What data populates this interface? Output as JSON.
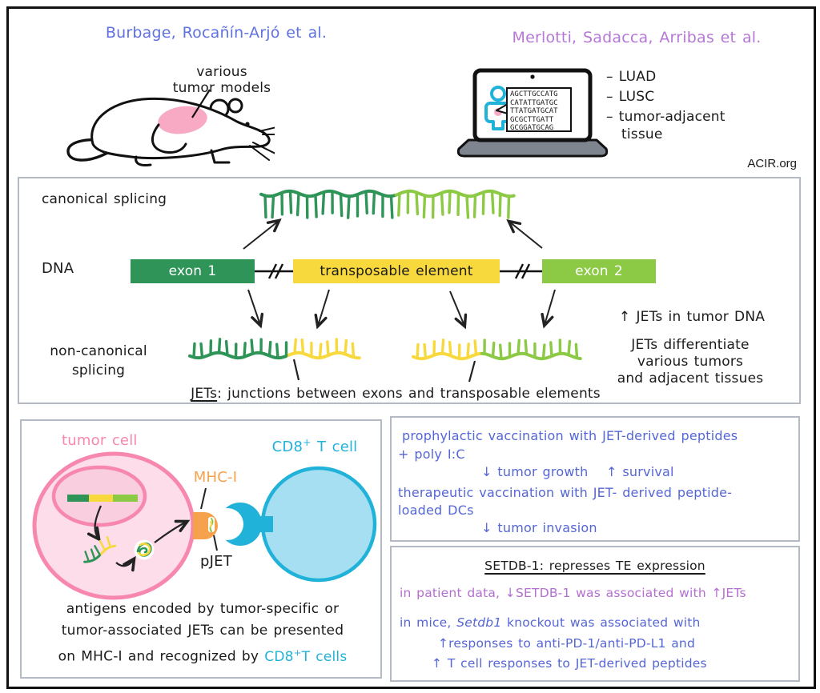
{
  "colors": {
    "title_blue": "#5f72e0",
    "title_purple": "#b678d6",
    "body_blue": "#5566d6",
    "body_purple": "#b46fd0",
    "cyan": "#21b2da",
    "t_cell_fill": "#a7dff2",
    "pink": "#f787ae",
    "cell_fill": "#fcdde9",
    "nucleus_fill": "#f9cede",
    "orange": "#f6a14b",
    "dark_green": "#2e9457",
    "yellow": "#f8d93d",
    "light_green": "#8cc944",
    "tumor_pink": "#f8a9c4",
    "laptop_gray": "#7e858f",
    "black": "#1b1b1b"
  },
  "header": {
    "left_title": "Burbage, Rocañín-Arjó et al.",
    "left_caption_line1": "various",
    "left_caption_line2": "tumor models",
    "right_title": "Merlotti, Sadacca, Arribas et al.",
    "laptop_sequence": [
      "AGCTTGCCATG",
      "CATATTGATGC",
      "TTATGATGCAT",
      "GCGCTTGATT",
      "GCGGATGCAG"
    ],
    "samples": [
      "– LUAD",
      "– LUSC",
      "– tumor-adjacent",
      "tissue"
    ],
    "site_credit": "ACIR.org"
  },
  "splicing": {
    "canonical_label": "canonical splicing",
    "dna_label": "DNA",
    "exon1": "exon 1",
    "transposable_element": "transposable element",
    "exon2": "exon 2",
    "noncanonical_line1": "non-canonical",
    "noncanonical_line2": "splicing",
    "jets_term": "JETs",
    "jets_rest": ": junctions between exons and transposable elements",
    "note_jets_tumor": "↑ JETs in tumor DNA",
    "note_diff_1": "JETs differentiate",
    "note_diff_2": "various tumors",
    "note_diff_3": "and adjacent tissues"
  },
  "presentation": {
    "tumor_cell": "tumor cell",
    "cd8_base": "CD8",
    "cd8_sup": "+",
    "cd8_rest": " T cell",
    "mhc": "MHC-I",
    "pjet": "pJET",
    "caption_1": "antigens encoded by tumor-specific or",
    "caption_2": "tumor-associated JETs can be presented",
    "caption_3_black": "on MHC-I and recognized by ",
    "caption_3_cyan_base": "CD8",
    "caption_3_cyan_sup": "+",
    "caption_3_cyan_rest": "T cells"
  },
  "vaccination": {
    "line1": "prophylactic vaccination with JET-derived peptides",
    "line2": "+ poly I:C",
    "down_tumor_growth": "↓ tumor growth",
    "up_survival": "↑ survival",
    "line4": "therapeutic vaccination with JET- derived peptide-",
    "line5": "loaded DCs",
    "down_tumor_invasion": "↓ tumor invasion"
  },
  "setdb": {
    "title": "SETDB-1: represses TE expression",
    "patient_line": "in patient data, ↓SETDB-1 was associated with ↑JETs",
    "mice_pre": "in mice, ",
    "mice_gene": "Setdb1",
    "mice_post": " knockout was associated with",
    "mice_line2": "↑responses to anti-PD-1/anti-PD-L1 and",
    "mice_line3": "↑ T cell responses to JET-derived peptides"
  }
}
